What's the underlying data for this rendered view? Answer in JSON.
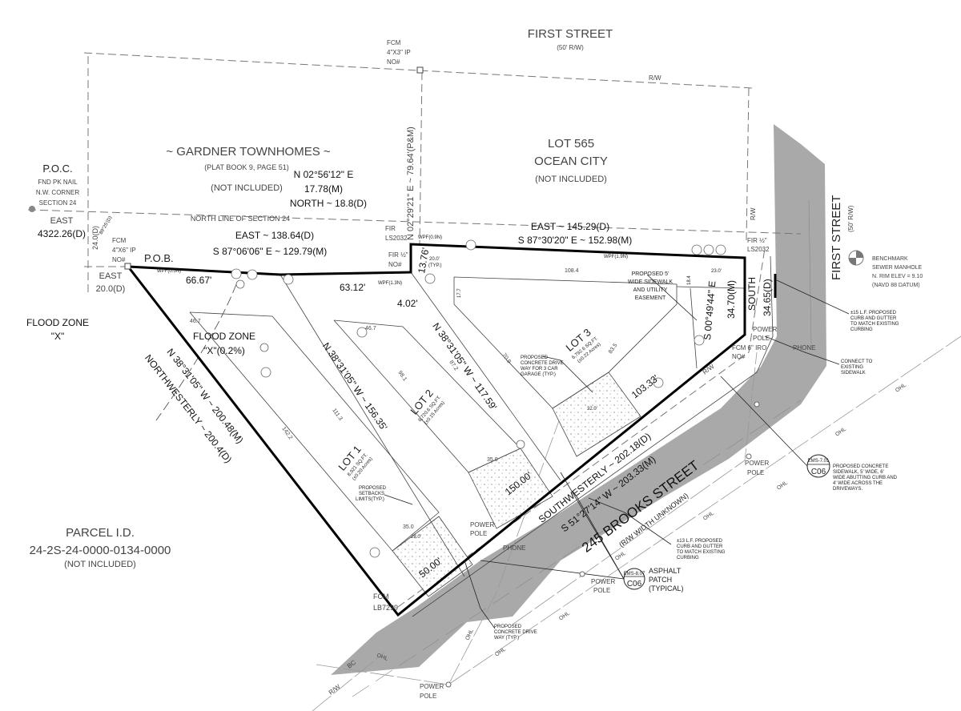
{
  "colors": {
    "street": "#a9a9a9",
    "boundary": "#000000",
    "linework": "#777777"
  },
  "streets": {
    "first_top": {
      "name": "FIRST STREET",
      "row": "(50' R/W)"
    },
    "first_right": {
      "name": "FIRST STREET",
      "row": "(50' R/W)"
    },
    "brooks": {
      "name": "245 BROOKS STREET",
      "row": "(R/W WIDTH UNKNOWN)"
    },
    "rw_top": "R/W",
    "rw_right": "R/W",
    "rw_bottom": "R/W",
    "rw_lot3": "R/W",
    "bc": "BC"
  },
  "parcels": {
    "gardner": {
      "name": "~ GARDNER TOWNHOMES ~",
      "plat": "(PLAT BOOK 9, PAGE 51)",
      "status": "(NOT INCLUDED)"
    },
    "lot565": {
      "name": "LOT 565",
      "city": "OCEAN CITY",
      "status": "(NOT INCLUDED)"
    },
    "parcel_id": {
      "label": "PARCEL I.D.",
      "id": "24-2S-24-0000-0134-0000",
      "status": "(NOT INCLUDED)"
    },
    "flood_x": {
      "line1": "FLOOD ZONE",
      "line2": "\"X\""
    },
    "flood_x02": {
      "line1": "FLOOD ZONE",
      "line2": "\"X\"(0.2%)"
    },
    "section_line": "NORTH LINE OF SECTION 24"
  },
  "monuments": {
    "poc": {
      "title": "P.O.C.",
      "l1": "FND PK NAIL",
      "l2": "N.W. CORNER",
      "l3": "SECTION 24"
    },
    "poc_call": {
      "dir": "EAST",
      "dist": "4322.26(D)"
    },
    "pob": "P.O.B.",
    "pob_fcm": {
      "l1": "FCM",
      "l2": "4\"X6\" IP",
      "l3": "NO#"
    },
    "pob_east": {
      "dir": "EAST",
      "dist": "20.0(D)"
    },
    "west_24": "24.0(D)",
    "angle_89": "89°25'(D)",
    "top_fcm": {
      "l1": "FCM",
      "l2": "4\"X3\" IP",
      "l3": "NO#"
    },
    "fir_ls_mid": {
      "l1": "FIR",
      "l2": "LS2032"
    },
    "fir_no_mid": {
      "l1": "FIR ½\"",
      "l2": "NO#"
    },
    "fir_ls_right": {
      "l1": "FIR ½\"",
      "l2": "LS2032"
    },
    "fcm_lb": {
      "l1": "FCM",
      "l2": "LB7299"
    },
    "fcm_iro": {
      "l1": "FCM 6\" IRO",
      "l2": "NO#"
    },
    "benchmark": {
      "l1": "BENCHMARK",
      "l2": "SEWER MANHOLE",
      "l3": "N. RIM ELEV = 9.10",
      "l4": "(NAVD 88 DATUM)"
    }
  },
  "calls": {
    "north_a": "N 02°56'12\" E",
    "north_b": "17.78(M)",
    "north_c": "NORTH ~ 18.8(D)",
    "vert_line": "N 02°29'21\" E ~ 79.64'(P&M)",
    "east1_d": "EAST ~ 138.64(D)",
    "east1_m": "S 87°06'06\" E ~ 129.79(M)",
    "east2_d": "EAST ~ 145.29(D)",
    "east2_m": "S 87°30'20\" E ~ 152.98(M)",
    "d6667": "66.67'",
    "d6312": "63.12'",
    "d402": "4.02'",
    "d1376": "13.76'",
    "south_m_bearing": "S 00°49'44\" E",
    "south_m_dist": "34.70(M)",
    "south_d": "SOUTH",
    "south_d_dist": "34.65(D)",
    "west_m": "N 38°31'05\" W ~ 200.48(M)",
    "west_d": "NORTHWESTERLY ~ 200.4(D)",
    "lot12": "N 38°31'05\" W ~ 156.35'",
    "lot23": "N 38°31'05\" W ~ 117.59'",
    "sw_d": "SOUTHWESTERLY ~ 202.18(D)",
    "sw_m": "S 51°27'14\" W ~ 203.33(M)",
    "d5000": "50.00'",
    "d15000": "150.00'",
    "d10333": "103.33'",
    "wpf05": "WPF(0.5N)",
    "wpf13": "WPF(1.3N)",
    "wpf09": "WPF(0.9N)",
    "wpf19": "WPF(1.9N)"
  },
  "lots": [
    {
      "name": "LOT 1",
      "area": "8,921 SQ.FT.",
      "acres": "(±0.20 Acres)"
    },
    {
      "name": "LOT 2",
      "area": "6,720.6 SQ.FT.",
      "acres": "(±0.15 Acres)"
    },
    {
      "name": "LOT 3",
      "area": "6,792.6 SQ.FT.",
      "acres": "(±0.22 Acres)"
    }
  ],
  "dims": {
    "d467a": "46.7",
    "d467b": "46.7",
    "d1084": "108.4",
    "d1422": "142.2",
    "d1113": "111.3",
    "d981": "98.1",
    "d872": "87.2",
    "d709": "70.9",
    "d835": "83.5",
    "d350a": "35.0",
    "d350b": "35.0",
    "d320": "32.0'",
    "d280": "28.0'",
    "d230": "23.0'",
    "d177": "17.7",
    "d184": "18.4",
    "typ20a": "20.0'",
    "typ20b": "(TYP.)"
  },
  "notes": {
    "sidewalk": [
      "PROPOSED 5'",
      "WIDE SIDEWALK",
      "AND UTILITY",
      "EASEMENT"
    ],
    "curb15": [
      "±15 L.F. PROPOSED",
      "CURB AND GUTTER",
      "TO MATCH EXISTING",
      "CURBING"
    ],
    "connect": [
      "CONNECT TO",
      "EXISTING",
      "SIDEWALK"
    ],
    "drive3": [
      "PROPOSED",
      "CONCRETE DRIVE",
      "WAY FOR 3 CAR",
      "GARAGE (TYP.)"
    ],
    "setbacks": [
      "PROPOSED",
      "SETBACKS",
      "LIMITS(TYP.)"
    ],
    "curb13": [
      "±13 L.F. PROPOSED",
      "CURB AND GUTTER",
      "TO MATCH EXISTING",
      "CURBING"
    ],
    "drive": [
      "PROPOSED",
      "CONCRETE DRIVE",
      "WAY (TYP.)"
    ],
    "asphalt": [
      "ASPHALT",
      "PATCH",
      "(TYPICAL)"
    ],
    "sidewalk_c06": [
      "PROPOSED CONCRETE",
      "SIDEWALK, 5' WIDE, 6'",
      "WIDE ABUTTING CURB AND",
      "4' WIDE ACROSS THE",
      "DRIVEWAYS."
    ],
    "phone": "PHONE",
    "phone2": "PHONE",
    "power_pole": [
      "POWER",
      "POLE"
    ],
    "ohl": "OHL"
  },
  "callouts": [
    {
      "ref": "EMS-8.07",
      "sheet": "C06"
    },
    {
      "ref": "EMS-7.01",
      "sheet": "C06"
    }
  ]
}
